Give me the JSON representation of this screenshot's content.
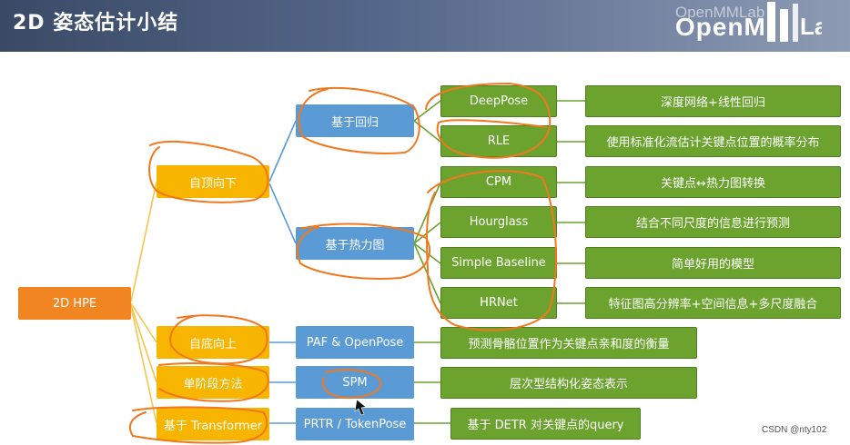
{
  "title": "2D 姿态估计小结",
  "logo": {
    "top_text": "OpenMMLab",
    "main_text": "OpenM"
  },
  "root": "2D HPE",
  "level1": {
    "top_down": "自顶向下",
    "bottom_up": "自底向上",
    "single_stage": "单阶段方法",
    "transformer": "基于 Transformer"
  },
  "level2": {
    "regression": "基于回归",
    "heatmap": "基于热力图",
    "paf": "PAF & OpenPose",
    "spm": "SPM",
    "prtr": "PRTR / TokenPose"
  },
  "methods": [
    {
      "name": "DeepPose",
      "desc": "深度网络+线性回归"
    },
    {
      "name": "RLE",
      "desc": "使用标准化流估计关键点位置的概率分布"
    },
    {
      "name": "CPM",
      "desc": "关键点↔热力图转换"
    },
    {
      "name": "Hourglass",
      "desc": "结合不同尺度的信息进行预测"
    },
    {
      "name": "Simple Baseline",
      "desc": "简单好用的模型"
    },
    {
      "name": "HRNet",
      "desc": "特征图高分辨率+空间信息+多尺度融合"
    }
  ],
  "descs": {
    "paf": "预测骨骼位置作为关键点亲和度的衡量",
    "spm": "层次型结构化姿态表示",
    "prtr": "基于 DETR 对关键点的query"
  },
  "watermark": "CSDN @nty102",
  "colors": {
    "root": "#f08521",
    "level1": "#f7b500",
    "level2": "#5b9bd5",
    "method": "#6ba32e",
    "connector_yellow": "#f7c54a",
    "connector_blue": "#5b9bd5",
    "connector_green": "#6ba32e",
    "scribble": "#f0781e"
  }
}
